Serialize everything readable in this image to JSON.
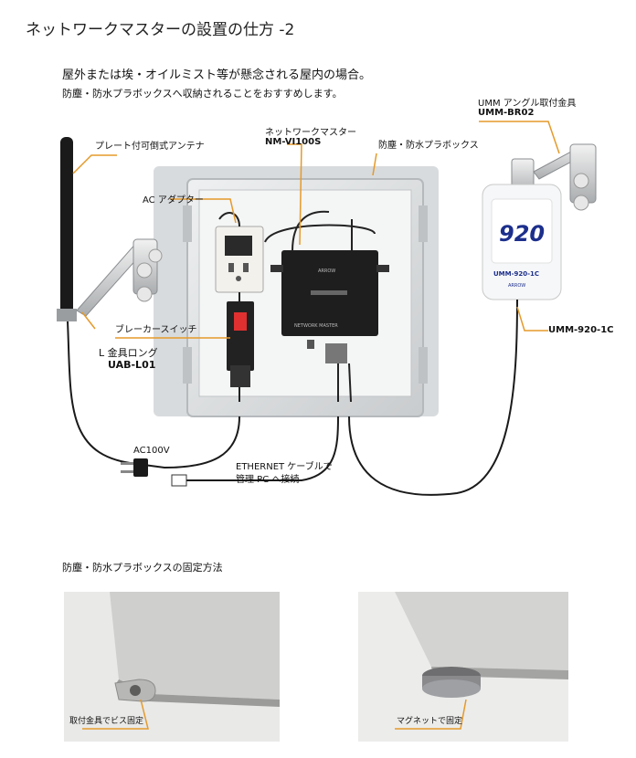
{
  "page": {
    "title": "ネットワークマスターの設置の仕方 -2",
    "lead_line1": "屋外または埃・オイルミスト等が懸念される屋内の場合。",
    "lead_line2": "防塵・防水プラボックスへ収納されることをおすすめします。"
  },
  "callouts": {
    "antenna": "プレート付可倒式アンテナ",
    "ac_adapter": "AC アダプター",
    "master_name": "ネットワークマスター",
    "master_model": "NM-VI100S",
    "box": "防塵・防水プラボックス",
    "bracket_name": "UMM アングル取付金具",
    "bracket_model": "UMM-BR02",
    "breaker": "ブレーカースイッチ",
    "l_bracket_name": "L 金具ロング",
    "l_bracket_model": "UAB-L01",
    "umm_model": "UMM-920-1C",
    "ac100v": "AC100V",
    "ethernet_line1": "ETHERNET ケーブルで",
    "ethernet_line2": "管理 PC へ接続"
  },
  "device": {
    "unit_number": "920",
    "unit_model": "UMM-920-1C",
    "master_print": "NETWORK MASTER",
    "brand": "ARROW"
  },
  "fixing": {
    "section_title": "防塵・防水プラボックスの固定方法",
    "screw_label": "取付金具でビス固定",
    "magnet_label": "マグネットで固定"
  },
  "colors": {
    "callout_line": "#e59a2a",
    "cable": "#1a1a1a",
    "box_frame": "#cfd2d4",
    "device_body": "#1e1e1e"
  }
}
